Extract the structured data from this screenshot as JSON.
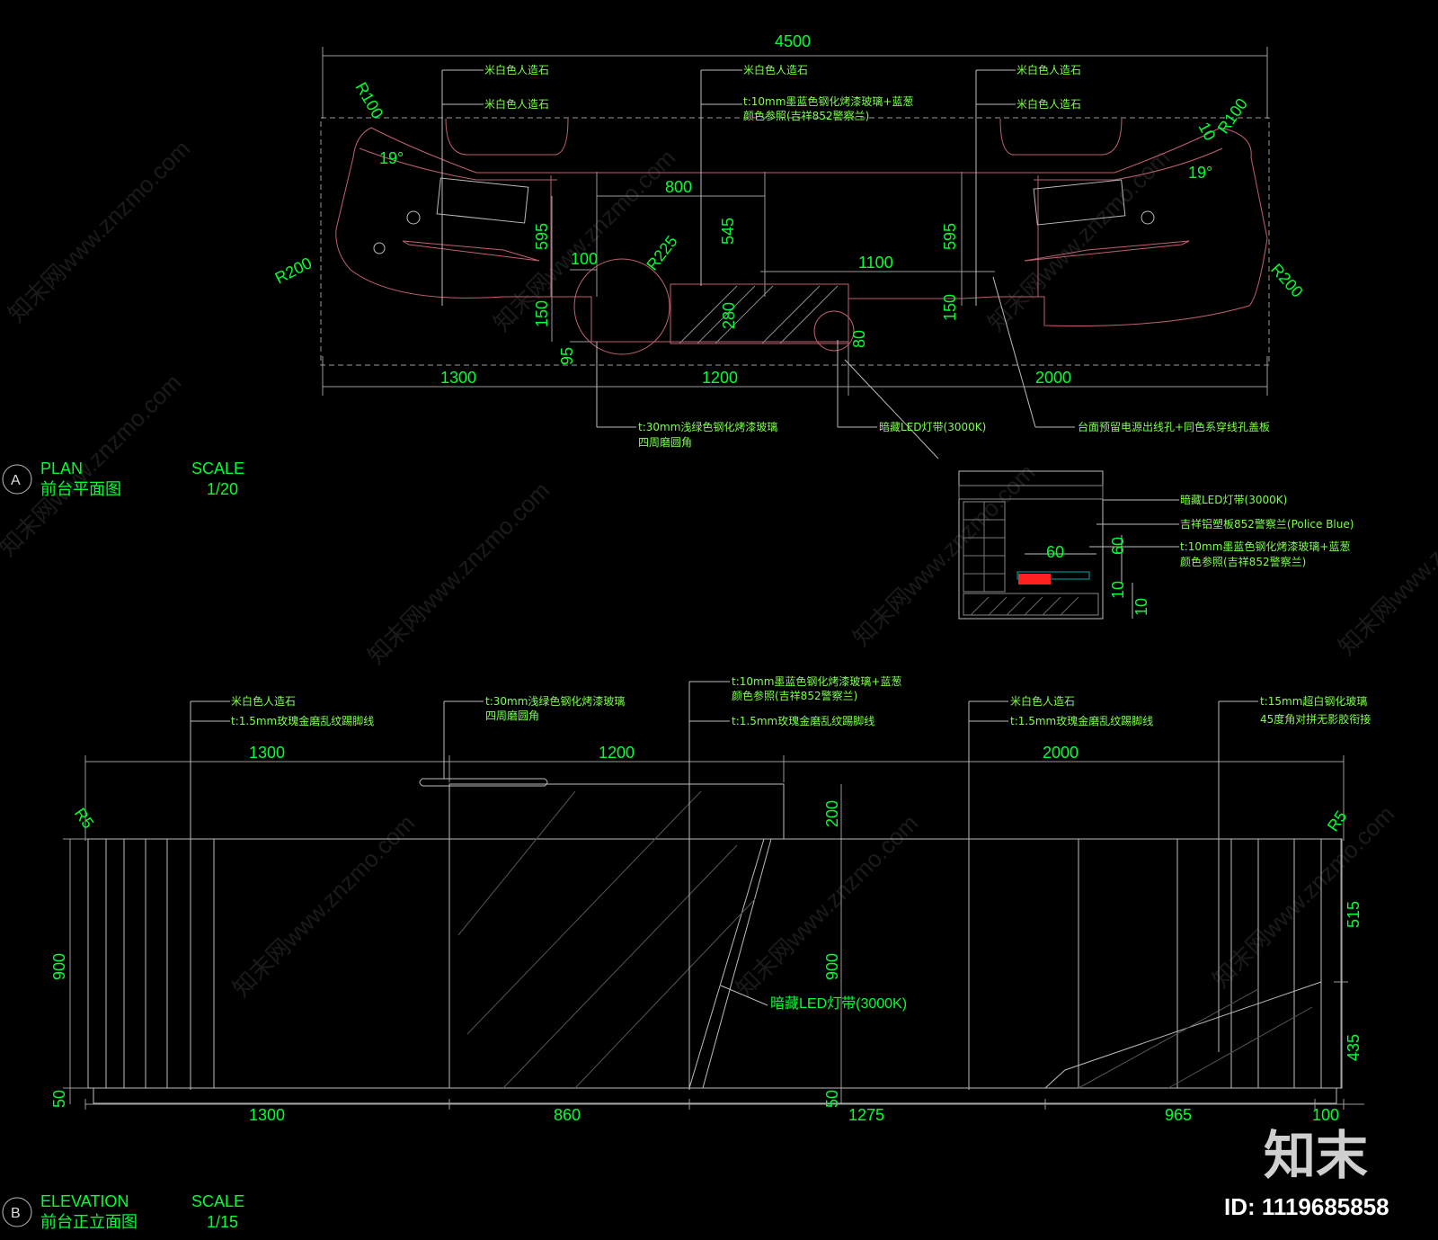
{
  "plan": {
    "overall": "4500",
    "bottom_dims": [
      "1300",
      "1200",
      "2000"
    ],
    "inner_dims": {
      "d800": "800",
      "d545": "545",
      "d595_left": "595",
      "d595_right": "595",
      "d100": "100",
      "r225": "R225",
      "d1100": "1100",
      "d150_left": "150",
      "d150_right": "150",
      "d280": "280",
      "d95": "95",
      "d80": "80"
    },
    "radii": {
      "r100_left": "R100",
      "r100_right": "R100",
      "r200_left": "R200",
      "r200_right": "R200",
      "r10": "10"
    },
    "angles": {
      "left": "19°",
      "right": "19°"
    },
    "notes": {
      "stone1": "米白色人造石",
      "stone2": "米白色人造石",
      "stone3": "米白色人造石",
      "stone4": "米白色人造石",
      "stone5": "米白色人造石",
      "glass_blue_1": "t:10mm墨蓝色钢化烤漆玻璃+蓝葱",
      "glass_blue_2": "颜色参照(吉祥852警察兰)",
      "glass_green_1": "t:30mm浅绿色钢化烤漆玻璃",
      "glass_green_2": "四周磨圆角",
      "led": "暗藏LED灯带(3000K)",
      "power": "台面预留电源出线孔+同色系穿线孔盖板"
    }
  },
  "section": {
    "dims": {
      "d60": "60",
      "d60v": "60",
      "d10a": "10",
      "d10b": "10"
    },
    "notes": {
      "led": "暗藏LED灯带(3000K)",
      "panel": "吉祥铝塑板852警察兰(Police Blue)",
      "glass_1": "t:10mm墨蓝色钢化烤漆玻璃+蓝葱",
      "glass_2": "颜色参照(吉祥852警察兰)"
    }
  },
  "elevation": {
    "top_dims": [
      "1300",
      "1200",
      "2000"
    ],
    "bottom_dims": [
      "1300",
      "860",
      "1275",
      "965",
      "100"
    ],
    "left_dims": {
      "h900": "900",
      "h50": "50"
    },
    "mid_dims": {
      "h200": "200",
      "h900": "900",
      "h50": "50"
    },
    "right_dims": {
      "h515": "515",
      "h435": "435"
    },
    "radii": {
      "left": "R5",
      "right": "R5"
    },
    "led_label": "暗藏LED灯带(3000K)",
    "notes": {
      "stone_a": "米白色人造石",
      "skirt_a": "t:1.5mm玫瑰金磨乱纹踢脚线",
      "green_1": "t:30mm浅绿色钢化烤漆玻璃",
      "green_2": "四周磨圆角",
      "blue_1": "t:10mm墨蓝色钢化烤漆玻璃+蓝葱",
      "blue_2": "颜色参照(吉祥852警察兰)",
      "skirt_b": "t:1.5mm玫瑰金磨乱纹踢脚线",
      "stone_c": "米白色人造石",
      "skirt_c": "t:1.5mm玫瑰金磨乱纹踢脚线",
      "glass_white_1": "t:15mm超白钢化玻璃",
      "glass_white_2": "45度角对拼无影胶衔接"
    }
  },
  "titles": {
    "plan": {
      "letter": "A",
      "en": "PLAN",
      "cn": "前台平面图",
      "scale_label": "SCALE",
      "scale": "1/20"
    },
    "elevation": {
      "letter": "B",
      "en": "ELEVATION",
      "cn": "前台正立面图",
      "scale_label": "SCALE",
      "scale": "1/15"
    }
  },
  "watermark": {
    "text": "知末网www.znzmo.com",
    "logo": "知末",
    "id": "ID: 1119685858"
  },
  "colors": {
    "dimension": "#00ff33",
    "note": "#7dff4a",
    "outline": "#c06070",
    "helper": "#9a9a9a",
    "led_block": "#ff2020",
    "background": "#000000"
  }
}
